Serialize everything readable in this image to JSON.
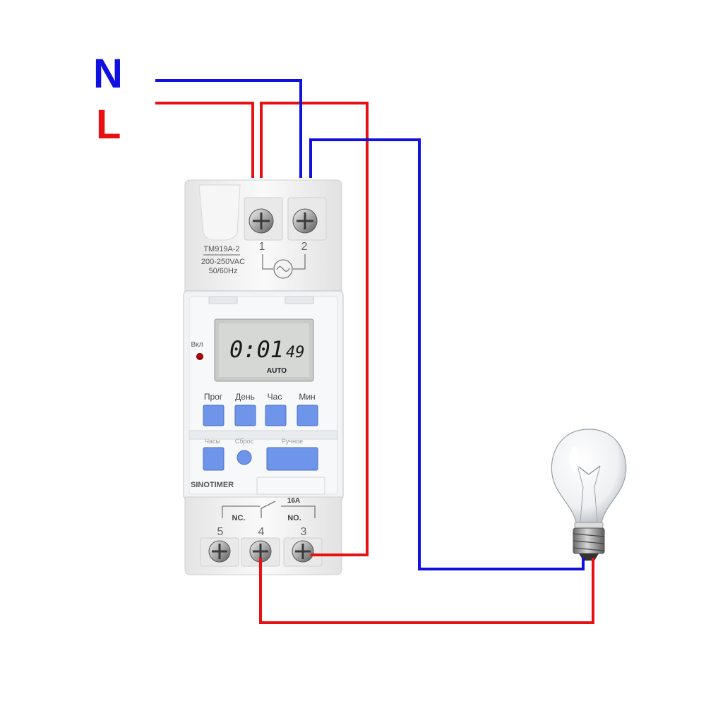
{
  "labels": {
    "neutral": "N",
    "live": "L"
  },
  "device": {
    "model": "TM919A-2",
    "voltage": "200-250VAC",
    "frequency": "50/60Hz",
    "top_terminals": [
      "1",
      "2"
    ],
    "bottom_terminals": [
      "5",
      "4",
      "3"
    ],
    "contact_nc": "NC.",
    "contact_no": "NO.",
    "rating": "16A",
    "indicator_label": "Вкл",
    "brand": "SINOTIMER",
    "display": {
      "time": "0:01",
      "seconds": "49",
      "mode": "AUTO"
    },
    "buttons": [
      "Прог",
      "День",
      "Час",
      "Мин"
    ],
    "buttons_lower": [
      "Часы",
      "Сброс",
      "Ручное"
    ]
  },
  "colors": {
    "neutral": "#1010e0",
    "live": "#e81010",
    "button": "#6f95ea",
    "lcd": "#d6d8d6"
  }
}
